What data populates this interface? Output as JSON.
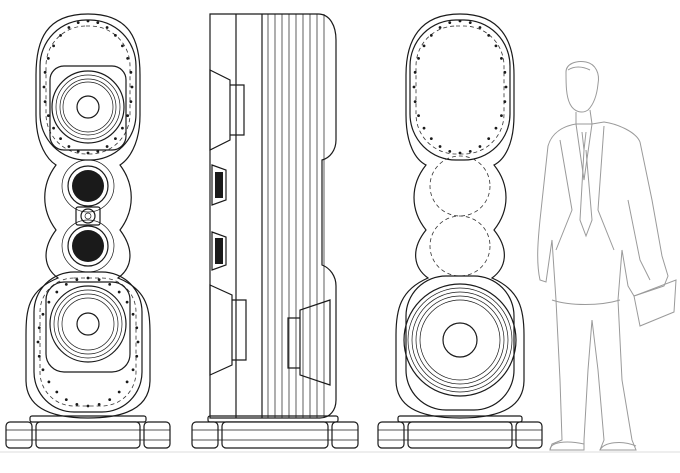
{
  "drawing": {
    "views": [
      {
        "id": "front-view"
      },
      {
        "id": "side-view"
      },
      {
        "id": "rear-view"
      }
    ],
    "scale_figure": "person-silhouette",
    "line_color": "#1a1a1a",
    "figure_color": "#9a9a9a",
    "background": "#ffffff"
  }
}
